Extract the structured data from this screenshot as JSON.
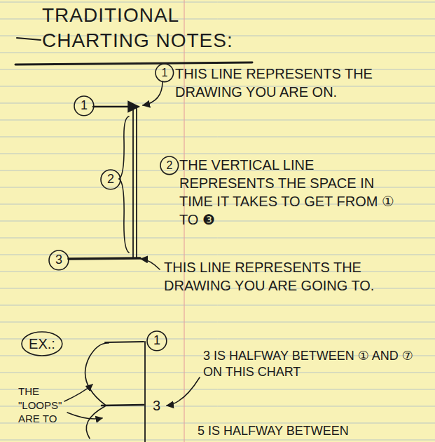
{
  "diagram": {
    "title": "TRADITIONAL CHARTING NOTES:",
    "nodes": [
      {
        "text": [
          "1"
        ]
      },
      {
        "text": [
          "1"
        ]
      },
      {
        "text": [
          "2"
        ]
      },
      {
        "text": [
          "2"
        ]
      },
      {
        "text": [
          "3"
        ]
      },
      {
        "text": [
          "EX.:"
        ]
      },
      {
        "text": [
          "1"
        ]
      }
    ],
    "labels": [
      "THIS LINE REPRESENTS THE DRAWING YOU ARE ON.",
      "THE VERTICAL LINE REPRESENTS THE SPACE IN TIME IT TAKES TO GET FROM ① TO ❸",
      "THIS LINE REPRESENTS THE DRAWING YOU ARE GOING TO.",
      "3 IS HALFWAY BETWEEN ① AND ⑦ ON THIS CHART",
      "3",
      "THE \"LOOPS\" ARE TO",
      "5 IS HALFWAY BETWEEN"
    ]
  }
}
